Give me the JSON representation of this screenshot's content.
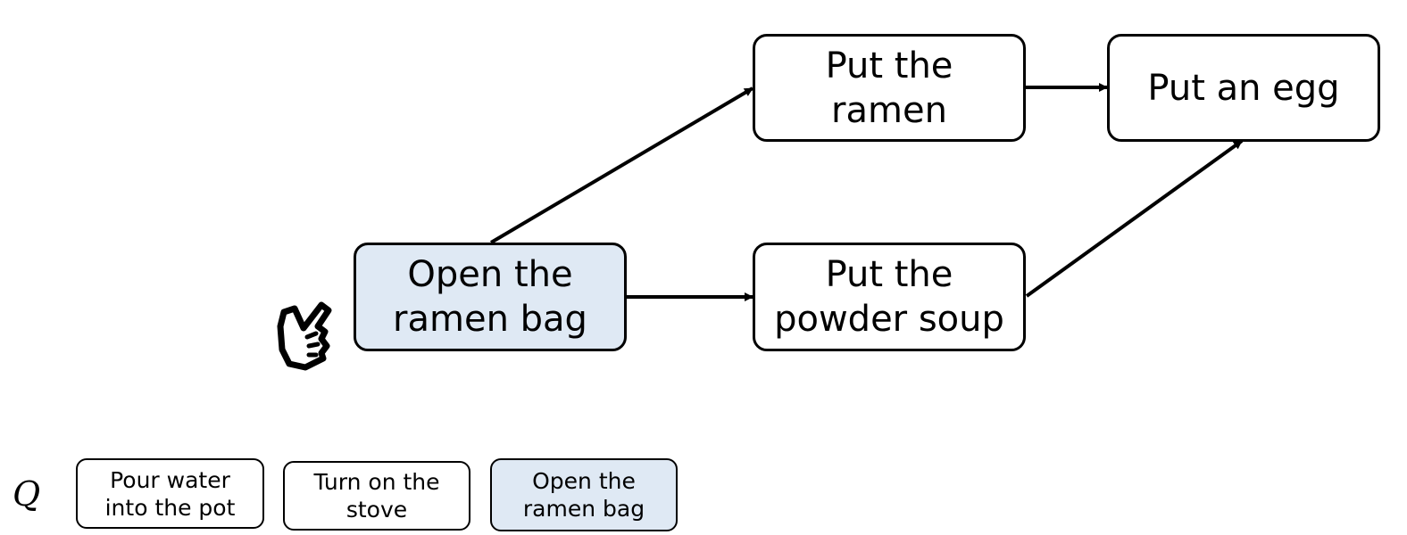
{
  "nodes": {
    "open_bag": "Open the\nramen bag",
    "put_ramen": "Put the\nramen",
    "put_egg": "Put an egg",
    "put_powder": "Put the\npowder soup"
  },
  "queue": {
    "label": "Q",
    "items": [
      "Pour water\ninto the pot",
      "Turn on the\nstove",
      "Open the\nramen bag"
    ]
  },
  "colors": {
    "highlight": "#dfe9f4",
    "border": "#000000"
  },
  "icons": {
    "pointer": "pointing-hand-icon"
  }
}
